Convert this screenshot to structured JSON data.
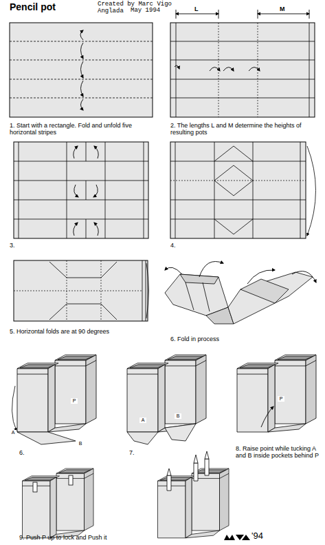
{
  "diagram": {
    "title": "Pencil pot",
    "labels": [
      "Created by Marc Vigo Anglada",
      "May 1994",
      "L",
      "M",
      "1. Start with a rectangle. Fold and unfold five horizontal stripes",
      "2. The lengths L and M determine the heights of resulting pots",
      "3.",
      "4.",
      "5. Horizontal folds are at 90 degrees",
      "6. Fold in process",
      "P",
      "A",
      "B",
      "6.",
      "A",
      "B",
      "7.",
      "P",
      "8. Raise point while tucking A and B inside pockets behind P",
      "9. Push P up to lock and Push it",
      "'94"
    ]
  }
}
